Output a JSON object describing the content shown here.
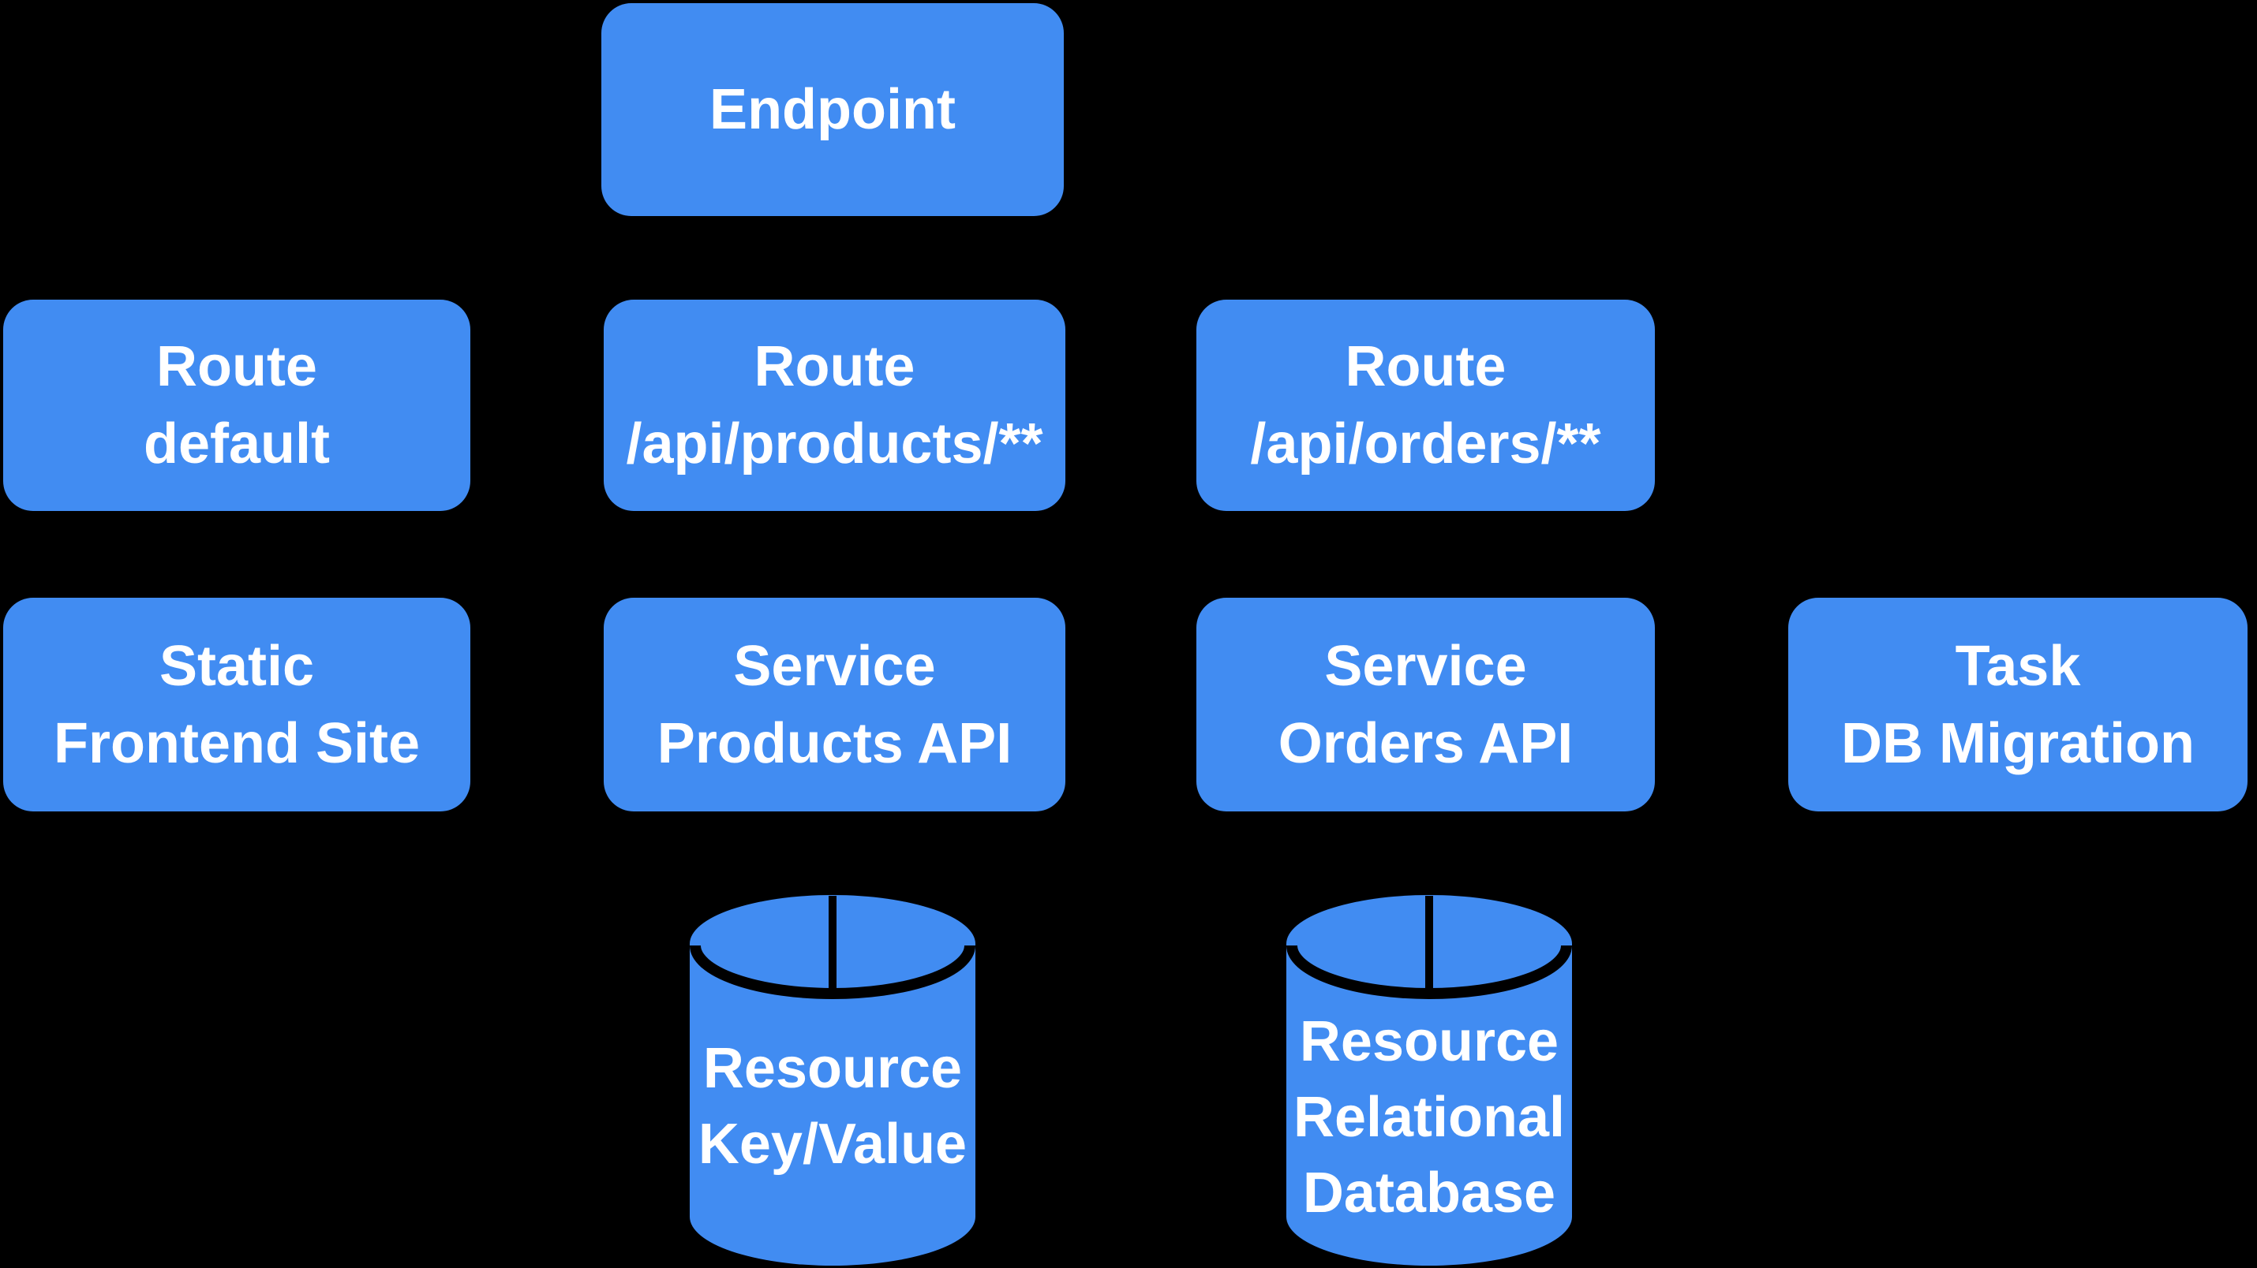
{
  "diagram": {
    "background_color": "#000000",
    "node_fill_color": "#418CF2",
    "node_text_color": "#FFFFFF",
    "outline_color": "#000000",
    "nodes": {
      "endpoint": {
        "type": "box",
        "line1": "Endpoint"
      },
      "route_default": {
        "type": "box",
        "line1": "Route",
        "line2": "default"
      },
      "route_products": {
        "type": "box",
        "line1": "Route",
        "line2": "/api/products/**"
      },
      "route_orders": {
        "type": "box",
        "line1": "Route",
        "line2": "/api/orders/**"
      },
      "static_frontend": {
        "type": "box",
        "line1": "Static",
        "line2": "Frontend Site"
      },
      "service_products": {
        "type": "box",
        "line1": "Service",
        "line2": "Products API"
      },
      "service_orders": {
        "type": "box",
        "line1": "Service",
        "line2": "Orders API"
      },
      "task_migration": {
        "type": "box",
        "line1": "Task",
        "line2": "DB Migration"
      },
      "resource_keyvalue": {
        "type": "cylinder",
        "line1": "Resource",
        "line2": "Key/Value"
      },
      "resource_relational": {
        "type": "cylinder",
        "line1": "Resource",
        "line2": "Relational",
        "line3": "Database"
      }
    }
  }
}
